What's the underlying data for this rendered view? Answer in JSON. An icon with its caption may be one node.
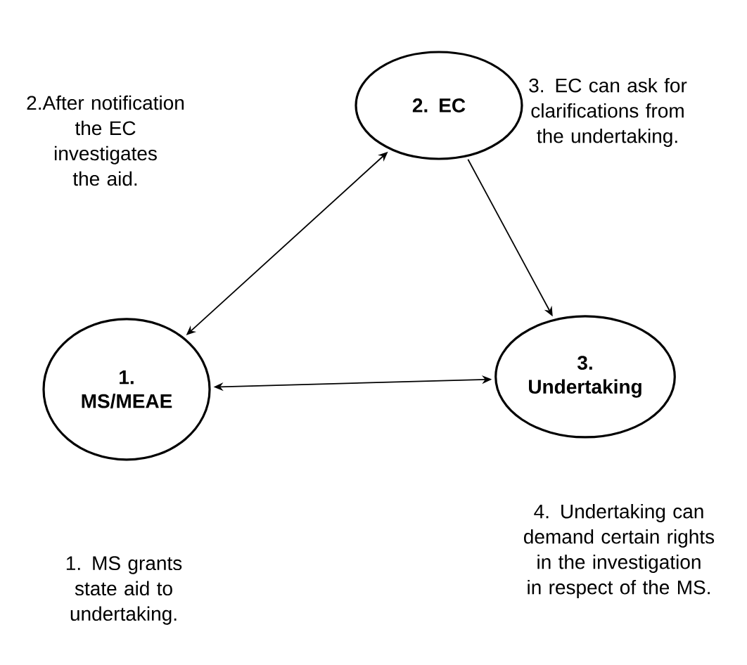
{
  "diagram": {
    "nodes": [
      {
        "text": [
          "2. EC"
        ]
      },
      {
        "text": [
          "1. MS/MEAE"
        ]
      },
      {
        "text": [
          "3. Undertaking"
        ]
      }
    ],
    "edges": [
      {
        "from": 0,
        "to": 1,
        "arrow": "both"
      },
      {
        "from": 0,
        "to": 2,
        "arrow": "to"
      },
      {
        "from": 1,
        "to": 2,
        "arrow": "both"
      }
    ],
    "labels": [
      "2.After notification the EC investigates the aid.",
      "3. EC can ask for clarifications from the undertaking.",
      "1. MS grants state aid to undertaking.",
      "4. Undertaking can demand certain rights in the investigation in respect of the MS."
    ]
  }
}
